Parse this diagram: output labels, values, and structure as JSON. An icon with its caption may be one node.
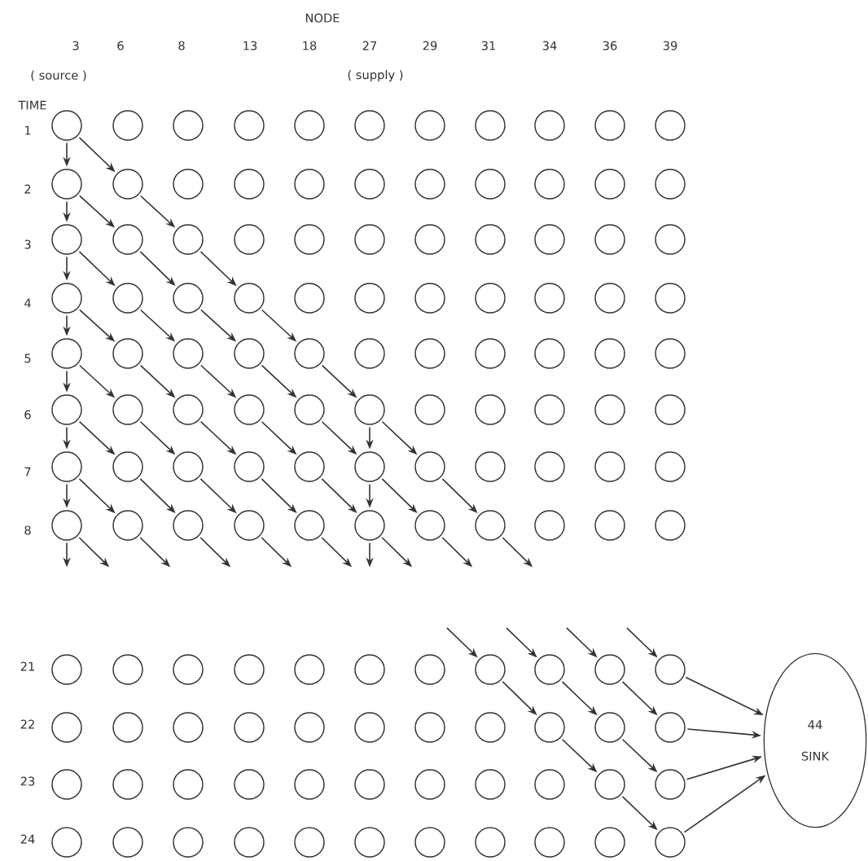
{
  "diagram": {
    "nodes": [
      {
        "text": [],
        "shape": "circle"
      },
      {
        "text": [],
        "shape": "circle"
      },
      {
        "text": [],
        "shape": "circle"
      },
      {
        "text": [],
        "shape": "circle"
      },
      {
        "text": [],
        "shape": "circle"
      },
      {
        "text": [],
        "shape": "circle"
      },
      {
        "text": [],
        "shape": "circle"
      },
      {
        "text": [],
        "shape": "circle"
      },
      {
        "text": [],
        "shape": "circle"
      },
      {
        "text": [],
        "shape": "circle"
      },
      {
        "text": [],
        "shape": "circle"
      },
      {
        "text": [],
        "shape": "circle"
      },
      {
        "text": [],
        "shape": "circle"
      },
      {
        "text": [],
        "shape": "circle"
      },
      {
        "text": [],
        "shape": "circle"
      },
      {
        "text": [],
        "shape": "circle"
      },
      {
        "text": [],
        "shape": "circle"
      },
      {
        "text": [],
        "shape": "circle"
      },
      {
        "text": [],
        "shape": "circle"
      },
      {
        "text": [],
        "shape": "circle"
      },
      {
        "text": [],
        "shape": "circle"
      },
      {
        "text": [],
        "shape": "circle"
      },
      {
        "text": [],
        "shape": "circle"
      },
      {
        "text": [],
        "shape": "circle"
      },
      {
        "text": [],
        "shape": "circle"
      },
      {
        "text": [],
        "shape": "circle"
      },
      {
        "text": [],
        "shape": "circle"
      },
      {
        "text": [],
        "shape": "circle"
      },
      {
        "text": [],
        "shape": "circle"
      },
      {
        "text": [],
        "shape": "circle"
      },
      {
        "text": [],
        "shape": "circle"
      },
      {
        "text": [],
        "shape": "circle"
      },
      {
        "text": [],
        "shape": "circle"
      },
      {
        "text": [],
        "shape": "circle"
      },
      {
        "text": [],
        "shape": "circle"
      },
      {
        "text": [],
        "shape": "circle"
      },
      {
        "text": [],
        "shape": "circle"
      },
      {
        "text": [],
        "shape": "circle"
      },
      {
        "text": [],
        "shape": "circle"
      },
      {
        "text": [],
        "shape": "circle"
      },
      {
        "text": [],
        "shape": "circle"
      },
      {
        "text": [],
        "shape": "circle"
      },
      {
        "text": [],
        "shape": "circle"
      },
      {
        "text": [],
        "shape": "circle"
      },
      {
        "text": [],
        "shape": "circle"
      },
      {
        "text": [],
        "shape": "circle"
      },
      {
        "text": [],
        "shape": "circle"
      },
      {
        "text": [],
        "shape": "circle"
      },
      {
        "text": [],
        "shape": "circle"
      },
      {
        "text": [],
        "shape": "circle"
      },
      {
        "text": [],
        "shape": "circle"
      },
      {
        "text": [],
        "shape": "circle"
      },
      {
        "text": [],
        "shape": "circle"
      },
      {
        "text": [],
        "shape": "circle"
      },
      {
        "text": [],
        "shape": "circle"
      },
      {
        "text": [],
        "shape": "circle"
      },
      {
        "text": [],
        "shape": "circle"
      },
      {
        "text": [],
        "shape": "circle"
      },
      {
        "text": [],
        "shape": "circle"
      },
      {
        "text": [],
        "shape": "circle"
      },
      {
        "text": [],
        "shape": "circle"
      },
      {
        "text": [],
        "shape": "circle"
      },
      {
        "text": [],
        "shape": "circle"
      },
      {
        "text": [],
        "shape": "circle"
      },
      {
        "text": [],
        "shape": "circle"
      },
      {
        "text": [],
        "shape": "circle"
      },
      {
        "text": [],
        "shape": "circle"
      },
      {
        "text": [],
        "shape": "circle"
      },
      {
        "text": [],
        "shape": "circle"
      },
      {
        "text": [],
        "shape": "circle"
      },
      {
        "text": [],
        "shape": "circle"
      },
      {
        "text": [],
        "shape": "circle"
      },
      {
        "text": [],
        "shape": "circle"
      },
      {
        "text": [],
        "shape": "circle"
      },
      {
        "text": [],
        "shape": "circle"
      },
      {
        "text": [],
        "shape": "circle"
      },
      {
        "text": [],
        "shape": "circle"
      },
      {
        "text": [],
        "shape": "circle"
      },
      {
        "text": [],
        "shape": "circle"
      },
      {
        "text": [],
        "shape": "circle"
      },
      {
        "text": [],
        "shape": "circle"
      },
      {
        "text": [],
        "shape": "circle"
      },
      {
        "text": [],
        "shape": "circle"
      },
      {
        "text": [],
        "shape": "circle"
      },
      {
        "text": [],
        "shape": "circle"
      },
      {
        "text": [],
        "shape": "circle"
      },
      {
        "text": [],
        "shape": "circle"
      },
      {
        "text": [],
        "shape": "circle"
      },
      {
        "text": [],
        "shape": "circle"
      },
      {
        "text": [],
        "shape": "circle"
      },
      {
        "text": [],
        "shape": "circle"
      },
      {
        "text": [],
        "shape": "circle"
      },
      {
        "text": [],
        "shape": "circle"
      },
      {
        "text": [],
        "shape": "circle"
      },
      {
        "text": [],
        "shape": "circle"
      },
      {
        "text": [],
        "shape": "circle"
      },
      {
        "text": [],
        "shape": "circle"
      },
      {
        "text": [],
        "shape": "circle"
      },
      {
        "text": [],
        "shape": "circle"
      },
      {
        "text": [],
        "shape": "circle"
      },
      {
        "text": [],
        "shape": "circle"
      },
      {
        "text": [],
        "shape": "circle"
      },
      {
        "text": [],
        "shape": "circle"
      },
      {
        "text": [],
        "shape": "circle"
      },
      {
        "text": [],
        "shape": "circle"
      },
      {
        "text": [],
        "shape": "circle"
      },
      {
        "text": [],
        "shape": "circle"
      },
      {
        "text": [],
        "shape": "circle"
      },
      {
        "text": [],
        "shape": "circle"
      },
      {
        "text": [],
        "shape": "circle"
      },
      {
        "text": [],
        "shape": "circle"
      },
      {
        "text": [],
        "shape": "circle"
      },
      {
        "text": [],
        "shape": "circle"
      },
      {
        "text": [],
        "shape": "circle"
      },
      {
        "text": [],
        "shape": "circle"
      },
      {
        "text": [],
        "shape": "circle"
      },
      {
        "text": [],
        "shape": "circle"
      },
      {
        "text": [],
        "shape": "circle"
      },
      {
        "text": [],
        "shape": "circle"
      },
      {
        "text": [],
        "shape": "circle"
      },
      {
        "text": [],
        "shape": "circle"
      },
      {
        "text": [],
        "shape": "circle"
      },
      {
        "text": [],
        "shape": "circle"
      },
      {
        "text": [],
        "shape": "circle"
      },
      {
        "text": [],
        "shape": "circle"
      },
      {
        "text": [],
        "shape": "circle"
      },
      {
        "text": [],
        "shape": "circle"
      },
      {
        "text": [],
        "shape": "circle"
      },
      {
        "text": [],
        "shape": "circle"
      },
      {
        "text": [],
        "shape": "circle"
      },
      {
        "text": [],
        "shape": "circle"
      },
      {
        "text": [],
        "shape": "circle"
      },
      {
        "text": [
          "44",
          "SINK"
        ]
      }
    ],
    "edges": [
      {
        "from": 0,
        "to": 11,
        "arrow": "to"
      },
      {
        "from": 0,
        "to": 12,
        "arrow": "to"
      },
      {
        "from": 11,
        "to": 22,
        "arrow": "to"
      },
      {
        "from": 11,
        "to": 23,
        "arrow": "to"
      },
      {
        "from": 12,
        "to": 24,
        "arrow": "to"
      },
      {
        "from": 22,
        "to": 33,
        "arrow": "to"
      },
      {
        "from": 22,
        "to": 34,
        "arrow": "to"
      },
      {
        "from": 23,
        "to": 35,
        "arrow": "to"
      },
      {
        "from": 24,
        "to": 36,
        "arrow": "to"
      },
      {
        "from": 33,
        "to": 44,
        "arrow": "to"
      },
      {
        "from": 33,
        "to": 45,
        "arrow": "to"
      },
      {
        "from": 34,
        "to": 46,
        "arrow": "to"
      },
      {
        "from": 35,
        "to": 47,
        "arrow": "to"
      },
      {
        "from": 36,
        "to": 48,
        "arrow": "to"
      },
      {
        "from": 44,
        "to": 55,
        "arrow": "to"
      },
      {
        "from": 44,
        "to": 56,
        "arrow": "to"
      },
      {
        "from": 45,
        "to": 57,
        "arrow": "to"
      },
      {
        "from": 46,
        "to": 58,
        "arrow": "to"
      },
      {
        "from": 47,
        "to": 59,
        "arrow": "to"
      },
      {
        "from": 48,
        "to": 60,
        "arrow": "to"
      },
      {
        "from": 55,
        "to": 66,
        "arrow": "to"
      },
      {
        "from": 55,
        "to": 67,
        "arrow": "to"
      },
      {
        "from": 56,
        "to": 68,
        "arrow": "to"
      },
      {
        "from": 57,
        "to": 69,
        "arrow": "to"
      },
      {
        "from": 58,
        "to": 70,
        "arrow": "to"
      },
      {
        "from": 59,
        "to": 71,
        "arrow": "to"
      },
      {
        "from": 60,
        "to": 71,
        "arrow": "to"
      },
      {
        "from": 60,
        "to": 72,
        "arrow": "to"
      },
      {
        "from": 66,
        "to": 77,
        "arrow": "to"
      },
      {
        "from": 66,
        "to": 78,
        "arrow": "to"
      },
      {
        "from": 67,
        "to": 79,
        "arrow": "to"
      },
      {
        "from": 68,
        "to": 80,
        "arrow": "to"
      },
      {
        "from": 69,
        "to": 81,
        "arrow": "to"
      },
      {
        "from": 70,
        "to": 82,
        "arrow": "to"
      },
      {
        "from": 71,
        "to": 82,
        "arrow": "to"
      },
      {
        "from": 71,
        "to": 83,
        "arrow": "to"
      },
      {
        "from": 72,
        "to": 84,
        "arrow": "to"
      },
      {
        "from": 77,
        "to": null,
        "arrow": "to"
      },
      {
        "from": 77,
        "to": null,
        "arrow": "to"
      },
      {
        "from": 78,
        "to": null,
        "arrow": "to"
      },
      {
        "from": 79,
        "to": null,
        "arrow": "to"
      },
      {
        "from": 80,
        "to": null,
        "arrow": "to"
      },
      {
        "from": 81,
        "to": null,
        "arrow": "to"
      },
      {
        "from": 82,
        "to": null,
        "arrow": "to"
      },
      {
        "from": 82,
        "to": null,
        "arrow": "to"
      },
      {
        "from": 83,
        "to": null,
        "arrow": "to"
      },
      {
        "from": 84,
        "to": null,
        "arrow": "to"
      },
      {
        "from": null,
        "to": 95,
        "arrow": "to"
      },
      {
        "from": null,
        "to": 96,
        "arrow": "to"
      },
      {
        "from": null,
        "to": 97,
        "arrow": "to"
      },
      {
        "from": null,
        "to": 98,
        "arrow": "to"
      },
      {
        "from": 95,
        "to": 107,
        "arrow": "to"
      },
      {
        "from": 96,
        "to": 108,
        "arrow": "to"
      },
      {
        "from": 97,
        "to": 109,
        "arrow": "to"
      },
      {
        "from": 107,
        "to": 119,
        "arrow": "to"
      },
      {
        "from": 108,
        "to": 120,
        "arrow": "to"
      },
      {
        "from": 119,
        "to": 131,
        "arrow": "to"
      },
      {
        "from": 98,
        "to": 132,
        "arrow": "to"
      },
      {
        "from": 109,
        "to": 132,
        "arrow": "to"
      },
      {
        "from": 120,
        "to": 132,
        "arrow": "to"
      },
      {
        "from": 131,
        "to": 132,
        "arrow": "to"
      }
    ],
    "labels": [
      "NODE",
      "3",
      "6",
      "8",
      "13",
      "18",
      "27",
      "29",
      "31",
      "34",
      "36",
      "39",
      "( source )",
      "( supply )",
      "TIME",
      "1",
      "2",
      "3",
      "4",
      "5",
      "6",
      "7",
      "8",
      "21",
      "22",
      "23",
      "24"
    ]
  }
}
